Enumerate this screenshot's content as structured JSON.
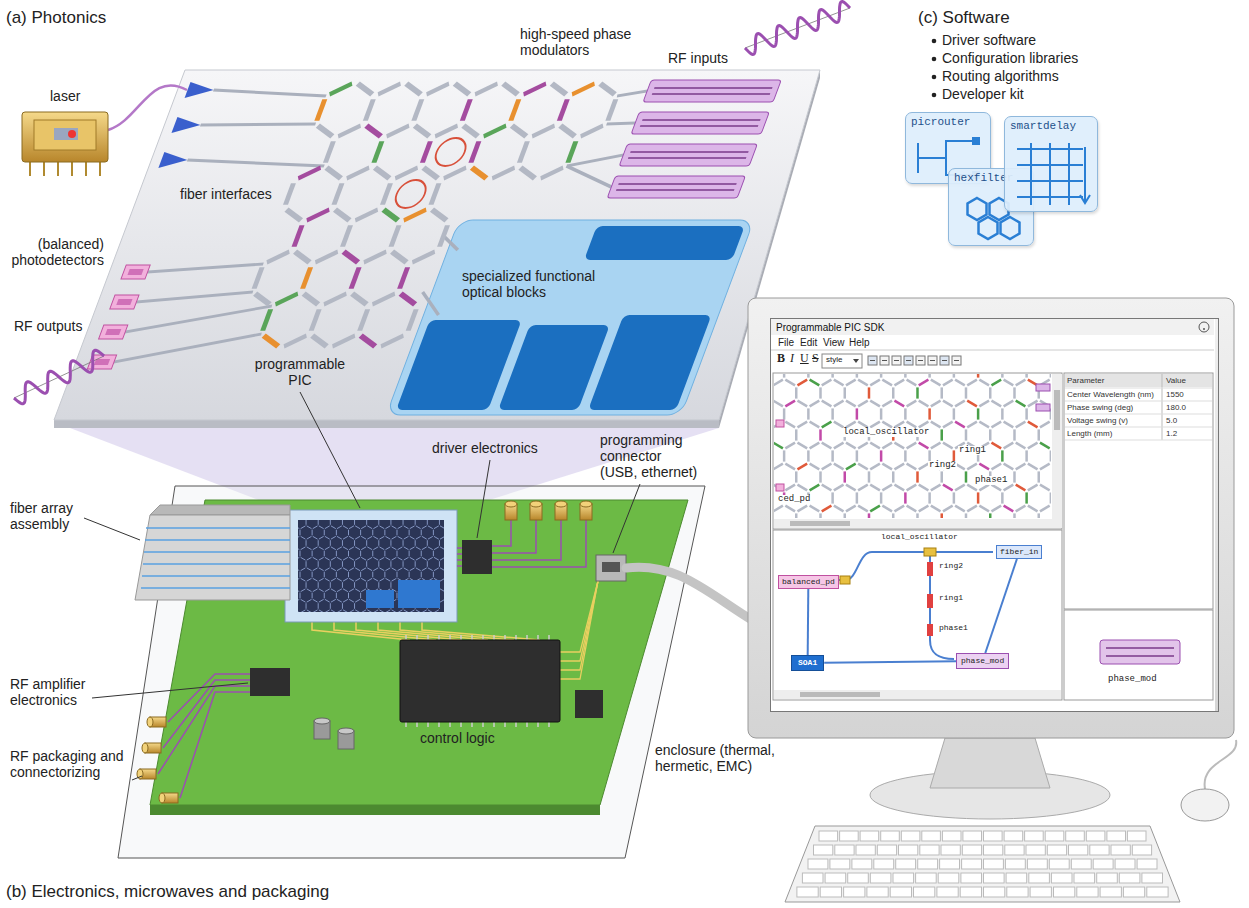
{
  "diagram": {
    "nodes": [
      {
        "text": [
          "picrouter"
        ]
      },
      {
        "text": [
          "hexfilter"
        ]
      },
      {
        "text": [
          "smartdelay"
        ]
      },
      {
        "text": [
          "Programmable PIC SDK"
        ]
      },
      {
        "text": [
          "balanced_pd"
        ],
        "in": 3
      },
      {
        "text": [
          "SOA1"
        ],
        "in": 3
      },
      {
        "text": [
          "phase_mod"
        ],
        "in": 3
      },
      {
        "text": [
          "fiber_in"
        ],
        "in": 3
      }
    ],
    "edges": [
      {
        "from": 7,
        "to": 6,
        "arrow": "none"
      },
      {
        "from": 6,
        "to": 5,
        "arrow": "none"
      },
      {
        "from": 5,
        "to": 4,
        "arrow": "none"
      }
    ],
    "labels": [
      "(a) Photonics",
      "laser",
      "fiber interfaces",
      "high-speed phase modulators",
      "RF inputs",
      "(balanced) photodetectors",
      "specialized functional optical blocks",
      "RF outputs",
      "programmable PIC",
      "(c) Software",
      "Driver software",
      "Configuration libraries",
      "Routing algorithms",
      "Developer kit",
      "fiber array assembly",
      "driver electronics",
      "programming connector (USB, ethernet)",
      "RF amplifier electronics",
      "RF packaging and connectorizing",
      "control logic",
      "enclosure (thermal, hermetic, EMC)",
      "(b) Electronics, microwaves and packaging",
      "File",
      "Edit",
      "View",
      "Help",
      "B",
      "I",
      "U",
      "S",
      "style",
      "local_oscillator",
      "ring1",
      "ring2",
      "phase1",
      "ced_pd",
      "Parameter",
      "Value",
      "Center Wavelength (nm)",
      "1550",
      "Phase swing (deg)",
      "180.0",
      "Voltage swing (v)",
      "5.0",
      "Length (mm)",
      "1.2",
      "local_oscillator",
      "ring2",
      "ring1",
      "phase1",
      "phase_mod"
    ]
  }
}
